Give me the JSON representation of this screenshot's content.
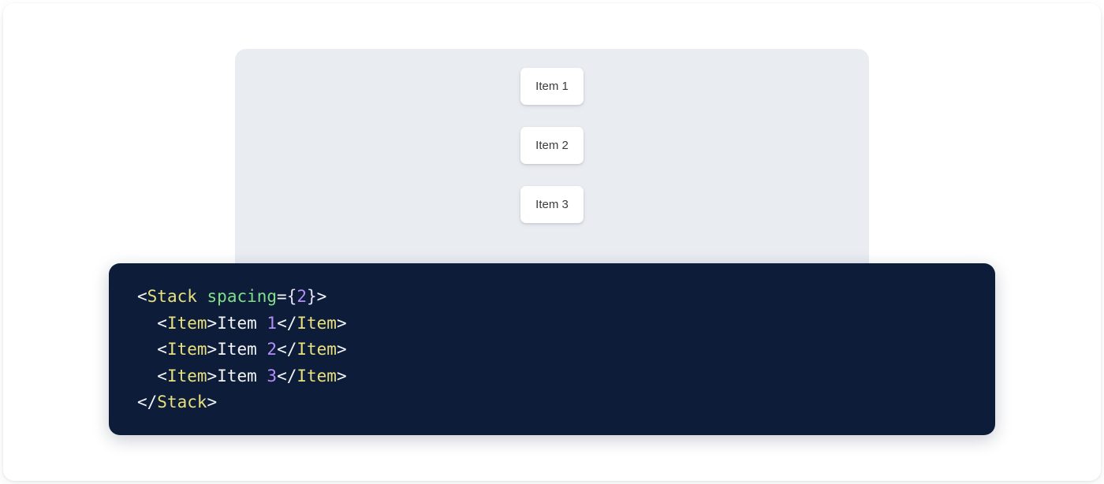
{
  "preview": {
    "background_color": "#e9ecf1",
    "items": [
      {
        "label": "Item 1"
      },
      {
        "label": "Item 2"
      },
      {
        "label": "Item 3"
      }
    ]
  },
  "code_panel": {
    "background_color": "#0d1d39",
    "language": "jsx",
    "colors": {
      "tag": "#e8e07e",
      "attribute": "#7fe08a",
      "number": "#b48ef7",
      "punctuation": "#f2f4f8",
      "text": "#f2f4f8",
      "brace": "#e6e2f7"
    },
    "lines": [
      {
        "indent": "",
        "tokens": [
          {
            "t": "<",
            "k": "punct"
          },
          {
            "t": "Stack",
            "k": "tag"
          },
          {
            "t": " ",
            "k": "punct"
          },
          {
            "t": "spacing",
            "k": "attr"
          },
          {
            "t": "=",
            "k": "punct"
          },
          {
            "t": "{",
            "k": "brace"
          },
          {
            "t": "2",
            "k": "num"
          },
          {
            "t": "}",
            "k": "brace"
          },
          {
            "t": ">",
            "k": "punct"
          }
        ]
      },
      {
        "indent": "  ",
        "tokens": [
          {
            "t": "<",
            "k": "punct"
          },
          {
            "t": "Item",
            "k": "tag"
          },
          {
            "t": ">",
            "k": "punct"
          },
          {
            "t": "Item ",
            "k": "text"
          },
          {
            "t": "1",
            "k": "num"
          },
          {
            "t": "</",
            "k": "punct"
          },
          {
            "t": "Item",
            "k": "tag"
          },
          {
            "t": ">",
            "k": "punct"
          }
        ]
      },
      {
        "indent": "  ",
        "tokens": [
          {
            "t": "<",
            "k": "punct"
          },
          {
            "t": "Item",
            "k": "tag"
          },
          {
            "t": ">",
            "k": "punct"
          },
          {
            "t": "Item ",
            "k": "text"
          },
          {
            "t": "2",
            "k": "num"
          },
          {
            "t": "</",
            "k": "punct"
          },
          {
            "t": "Item",
            "k": "tag"
          },
          {
            "t": ">",
            "k": "punct"
          }
        ]
      },
      {
        "indent": "  ",
        "tokens": [
          {
            "t": "<",
            "k": "punct"
          },
          {
            "t": "Item",
            "k": "tag"
          },
          {
            "t": ">",
            "k": "punct"
          },
          {
            "t": "Item ",
            "k": "text"
          },
          {
            "t": "3",
            "k": "num"
          },
          {
            "t": "</",
            "k": "punct"
          },
          {
            "t": "Item",
            "k": "tag"
          },
          {
            "t": ">",
            "k": "punct"
          }
        ]
      },
      {
        "indent": "",
        "tokens": [
          {
            "t": "</",
            "k": "punct"
          },
          {
            "t": "Stack",
            "k": "tag"
          },
          {
            "t": ">",
            "k": "punct"
          }
        ]
      }
    ]
  }
}
